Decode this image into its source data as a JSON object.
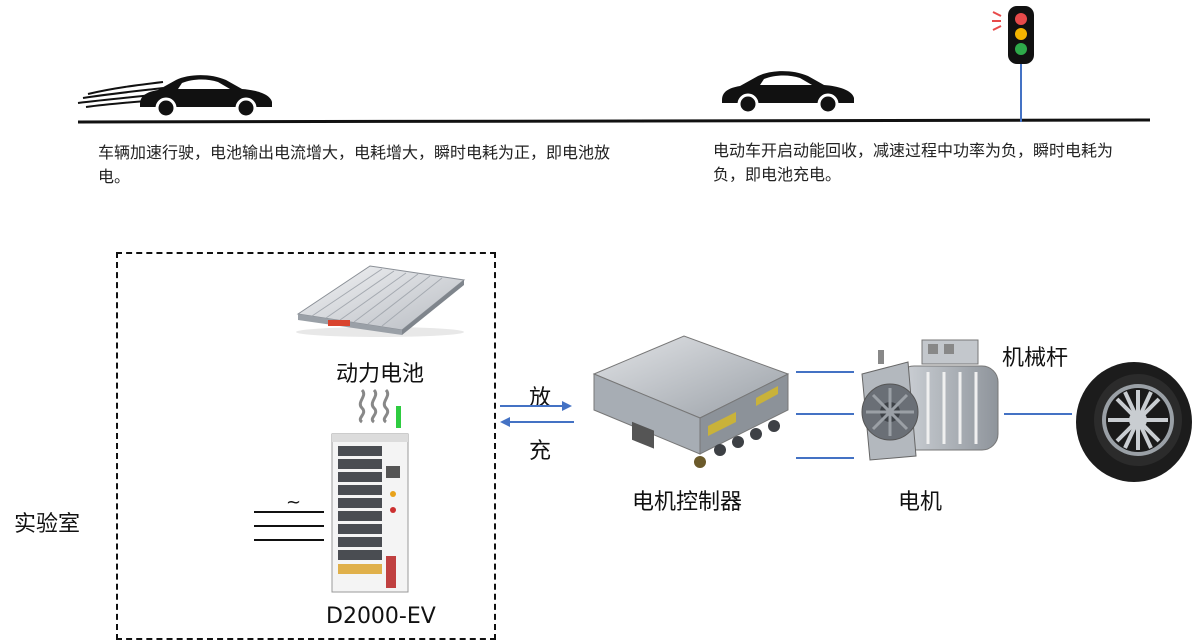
{
  "scene": {
    "accelerate_caption": "车辆加速行驶，电池输出电流增大，电耗增大，瞬时电耗为正，即电池放电。",
    "regen_caption": "电动车开启动能回收，减速过程中功率为负，瞬时电耗为负，即电池充电。"
  },
  "lab": {
    "label": "实验室",
    "battery_label": "动力电池",
    "tester_label": "D2000-EV",
    "ac_symbol": "~"
  },
  "flow": {
    "discharge_label": "放",
    "charge_label": "充",
    "arrow_color": "#4472c4"
  },
  "components": {
    "controller_label": "电机控制器",
    "motor_label": "电机",
    "shaft_label": "机械杆"
  },
  "colors": {
    "line_blue": "#4472c4",
    "light_red": "#e84a4a",
    "light_yellow": "#f4b400",
    "light_green": "#2eaa4a"
  }
}
